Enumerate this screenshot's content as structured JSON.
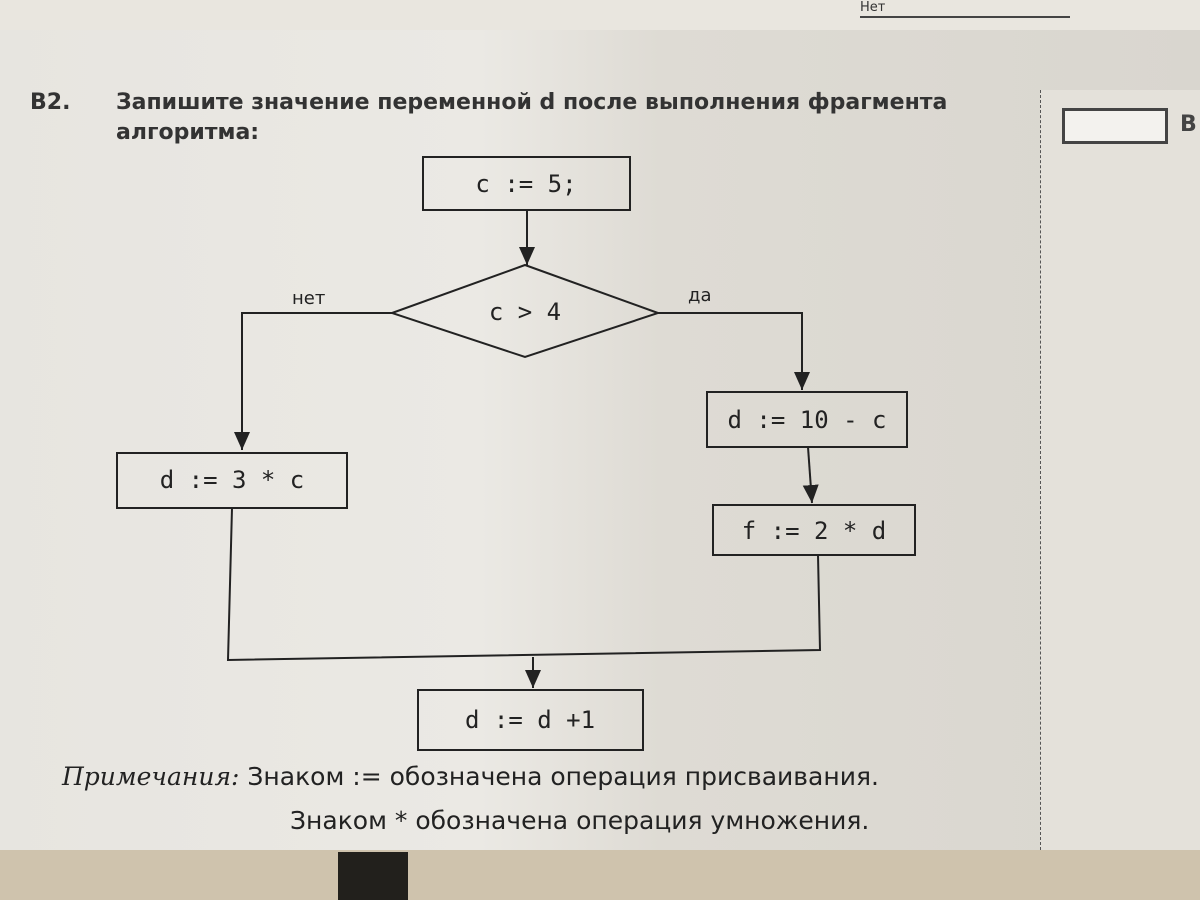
{
  "background": {
    "paper": "#e9e7e2",
    "ink": "#222222"
  },
  "top_fragment": {
    "label": "Нет"
  },
  "question": {
    "number": "B2.",
    "text_before": "Запишите значение переменной ",
    "variable": "d",
    "text_after": " после выполнения фрагмента алгоритма:"
  },
  "flowchart": {
    "start": "c := 5;",
    "condition": "c > 4",
    "no_label": "нет",
    "yes_label": "да",
    "no_branch": "d := 3 * c",
    "yes_branch_1": "d := 10 - c",
    "yes_branch_2": "f := 2 * d",
    "final": "d := d +1"
  },
  "notes": {
    "title": "Примечания:",
    "line1": "Знаком := обозначена операция присваивания.",
    "line2": "Знаком * обозначена операция  умножения."
  },
  "side": {
    "letter": "В"
  }
}
